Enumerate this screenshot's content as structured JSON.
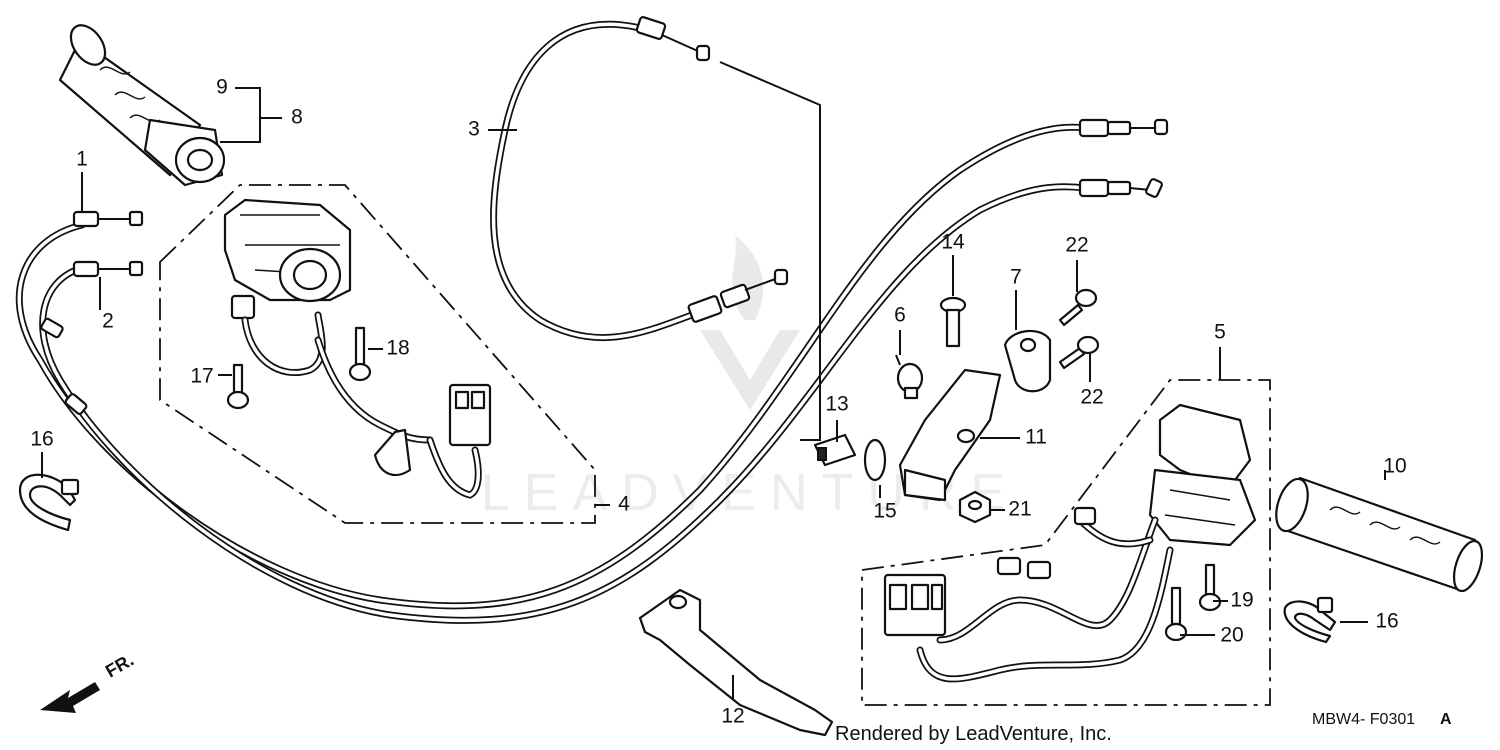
{
  "diagram": {
    "callouts": [
      {
        "id": "c1",
        "label": "1"
      },
      {
        "id": "c2",
        "label": "2"
      },
      {
        "id": "c3",
        "label": "3"
      },
      {
        "id": "c4",
        "label": "4"
      },
      {
        "id": "c5",
        "label": "5"
      },
      {
        "id": "c6",
        "label": "6"
      },
      {
        "id": "c7",
        "label": "7"
      },
      {
        "id": "c8",
        "label": "8"
      },
      {
        "id": "c9",
        "label": "9"
      },
      {
        "id": "c10",
        "label": "10"
      },
      {
        "id": "c11",
        "label": "11"
      },
      {
        "id": "c12",
        "label": "12"
      },
      {
        "id": "c13",
        "label": "13"
      },
      {
        "id": "c14",
        "label": "14"
      },
      {
        "id": "c15",
        "label": "15"
      },
      {
        "id": "c16a",
        "label": "16"
      },
      {
        "id": "c16b",
        "label": "16"
      },
      {
        "id": "c17",
        "label": "17"
      },
      {
        "id": "c18",
        "label": "18"
      },
      {
        "id": "c19",
        "label": "19"
      },
      {
        "id": "c20",
        "label": "20"
      },
      {
        "id": "c21",
        "label": "21"
      },
      {
        "id": "c22a",
        "label": "22"
      },
      {
        "id": "c22b",
        "label": "22"
      }
    ],
    "front_arrow_label": "FR.",
    "watermark": "LEADVENTURE",
    "credit": "Rendered by LeadVenture, Inc.",
    "diagram_code": "MBW4- F0301",
    "diagram_code_suffix": "A"
  }
}
